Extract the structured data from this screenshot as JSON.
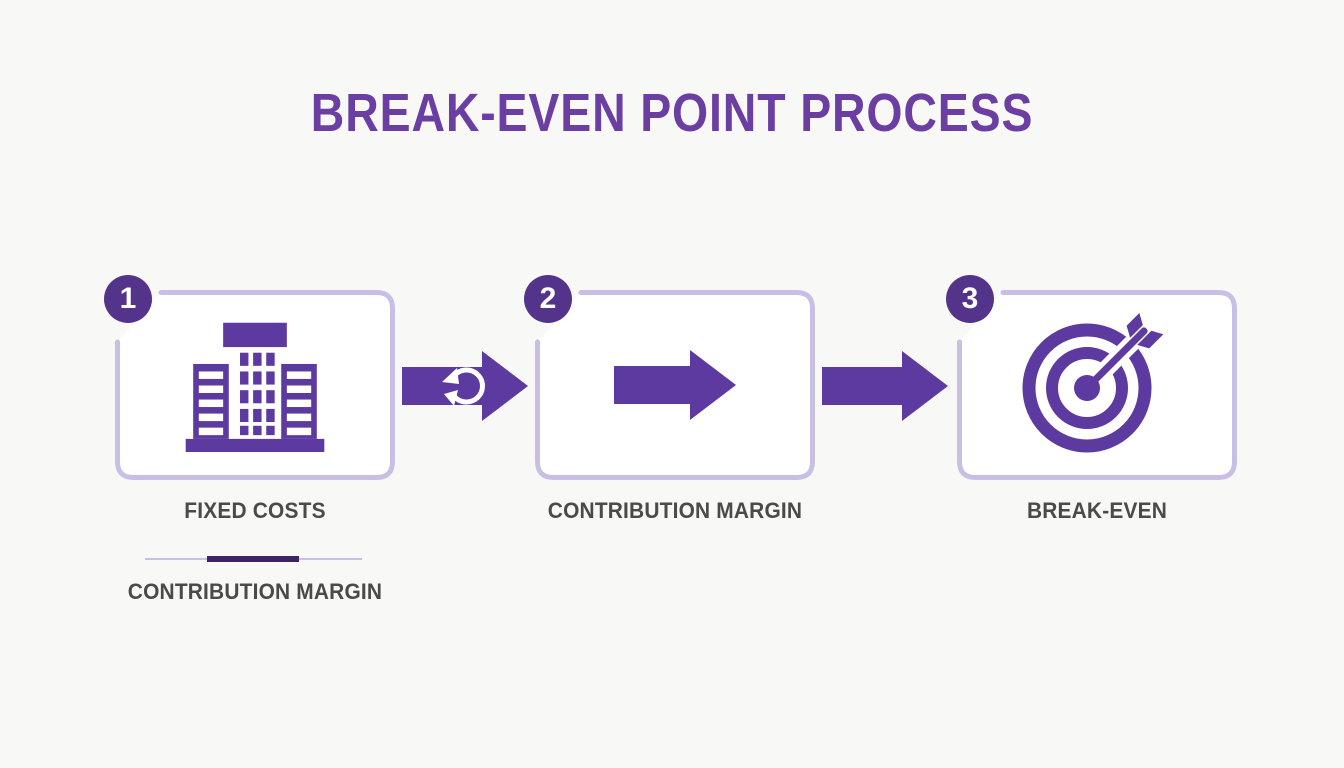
{
  "title": "BREAK-EVEN POINT PROCESS",
  "steps": [
    {
      "number": "1",
      "label": "FIXED COSTS",
      "icon": "building-icon"
    },
    {
      "number": "2",
      "label": "CONTRIBUTION MARGIN",
      "icon": "arrow-right-icon"
    },
    {
      "number": "3",
      "label": "BREAK-EVEN",
      "icon": "target-icon"
    }
  ],
  "connectors": [
    {
      "icon": "cycle-arrow-icon"
    },
    {
      "icon": "plain-arrow-icon"
    }
  ],
  "formula": {
    "numerator": "FIXED COSTS",
    "denominator": "CONTRIBUTION MARGIN"
  },
  "colors": {
    "background": "#F8F8F6",
    "title": "#6B3EA3",
    "accent": "#5C3AA0",
    "badge": "#54348A",
    "box_border": "#C9BFE4",
    "box_fill": "#FFFFFF",
    "label_text": "#4A4A4A",
    "divider_light": "#C8BFE3",
    "divider_dark": "#3B2364"
  }
}
